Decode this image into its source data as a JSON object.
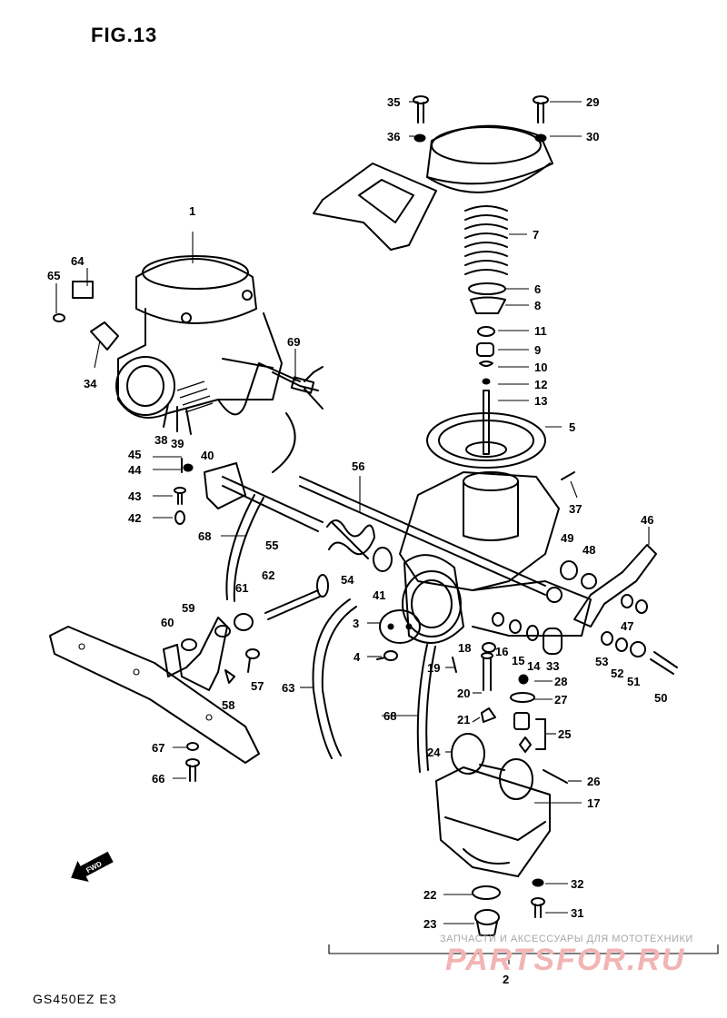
{
  "figure_title": "FIG.13",
  "model_code": "GS450EZ E3",
  "front_marker": "FWD",
  "watermark": {
    "caption": "ЗАПЧАСТИ И АКСЕССУАРЫ ДЛЯ МОТОТЕХНИКИ",
    "logo": "PARTSFOR.RU"
  },
  "callouts": [
    "1",
    "2",
    "3",
    "4",
    "5",
    "6",
    "7",
    "8",
    "9",
    "10",
    "11",
    "12",
    "13",
    "14",
    "15",
    "16",
    "17",
    "18",
    "19",
    "20",
    "21",
    "22",
    "23",
    "24",
    "25",
    "26",
    "27",
    "28",
    "29",
    "30",
    "31",
    "32",
    "33",
    "34",
    "35",
    "36",
    "37",
    "38",
    "39",
    "40",
    "41",
    "42",
    "43",
    "44",
    "45",
    "46",
    "47",
    "48",
    "49",
    "50",
    "51",
    "52",
    "53",
    "54",
    "55",
    "56",
    "57",
    "58",
    "59",
    "60",
    "61",
    "62",
    "63",
    "64",
    "65",
    "66",
    "67",
    "68",
    "68",
    "69"
  ]
}
